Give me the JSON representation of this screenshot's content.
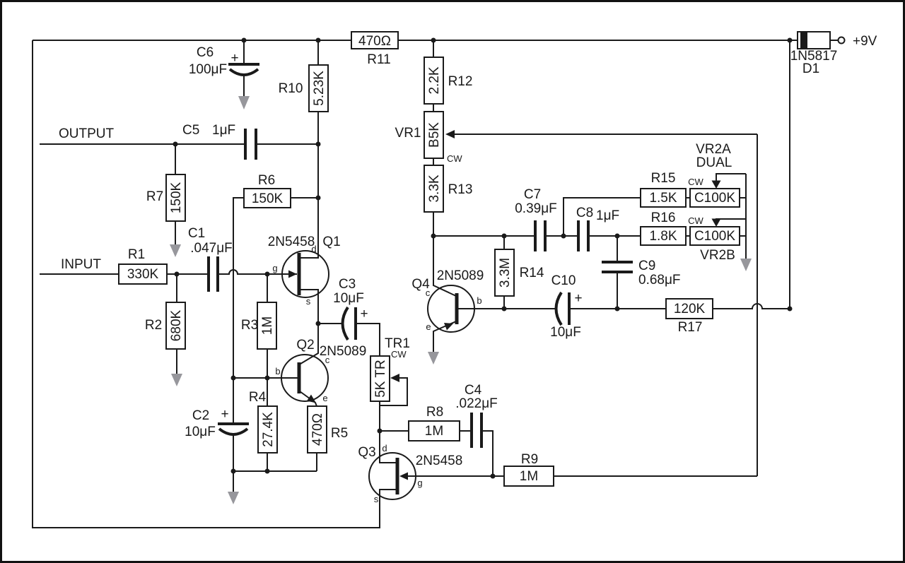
{
  "colors": {
    "wire": "#1a1a1a",
    "ground": "#97979c",
    "bg": "#ffffff"
  },
  "labels": {
    "input": "INPUT",
    "output": "OUTPUT"
  },
  "power": {
    "supply": "+9V",
    "d1_ref": "D1",
    "d1_part": "1N5817"
  },
  "resistors": {
    "r1": {
      "ref": "R1",
      "value": "330K"
    },
    "r2": {
      "ref": "R2",
      "value": "680K"
    },
    "r3": {
      "ref": "R3",
      "value": "1M"
    },
    "r4": {
      "ref": "R4",
      "value": "27.4K"
    },
    "r5": {
      "ref": "R5",
      "value": "470Ω"
    },
    "r6": {
      "ref": "R6",
      "value": "150K"
    },
    "r7": {
      "ref": "R7",
      "value": "150K"
    },
    "r8": {
      "ref": "R8",
      "value": "1M"
    },
    "r9": {
      "ref": "R9",
      "value": "1M"
    },
    "r10": {
      "ref": "R10",
      "value": "5.23K"
    },
    "r11": {
      "ref": "R11",
      "value": "470Ω"
    },
    "r12": {
      "ref": "R12",
      "value": "2.2K"
    },
    "r13": {
      "ref": "R13",
      "value": "3.3K"
    },
    "r14": {
      "ref": "R14",
      "value": "3.3M"
    },
    "r15": {
      "ref": "R15",
      "value": "1.5K"
    },
    "r16": {
      "ref": "R16",
      "value": "1.8K"
    },
    "r17": {
      "ref": "R17",
      "value": "120K"
    }
  },
  "capacitors": {
    "c1": {
      "ref": "C1",
      "value": ".047μF"
    },
    "c2": {
      "ref": "C2",
      "value": "10μF",
      "polarity": "+"
    },
    "c3": {
      "ref": "C3",
      "value": "10μF",
      "polarity": "+"
    },
    "c4": {
      "ref": "C4",
      "value": ".022μF"
    },
    "c5": {
      "ref": "C5",
      "value": "1μF"
    },
    "c6": {
      "ref": "C6",
      "value": "100μF",
      "polarity": "+"
    },
    "c7": {
      "ref": "C7",
      "value": "0.39μF"
    },
    "c8": {
      "ref": "C8",
      "value": "1μF"
    },
    "c9": {
      "ref": "C9",
      "value": "0.68μF"
    },
    "c10": {
      "ref": "C10",
      "value": "10μF",
      "polarity": "+"
    }
  },
  "transistors": {
    "q1": {
      "ref": "Q1",
      "part": "2N5458",
      "pins": {
        "gate": "g",
        "drain": "d",
        "source": "s"
      }
    },
    "q2": {
      "ref": "Q2",
      "part": "2N5089",
      "pins": {
        "base": "b",
        "collector": "c",
        "emitter": "e"
      }
    },
    "q3": {
      "ref": "Q3",
      "part": "2N5458",
      "pins": {
        "gate": "g",
        "drain": "d",
        "source": "s"
      }
    },
    "q4": {
      "ref": "Q4",
      "part": "2N5089",
      "pins": {
        "base": "b",
        "collector": "c",
        "emitter": "e"
      }
    }
  },
  "pots": {
    "vr1": {
      "ref": "VR1",
      "value": "B5K",
      "cw": "CW"
    },
    "tr1": {
      "ref": "TR1",
      "value": "5K TR",
      "cw": "CW"
    },
    "vr2": {
      "ref_a": "VR2A",
      "ref_b": "VR2B",
      "dual": "DUAL",
      "value_a": "C100K",
      "value_b": "C100K",
      "cw_a": "CW",
      "cw_b": "CW"
    }
  }
}
